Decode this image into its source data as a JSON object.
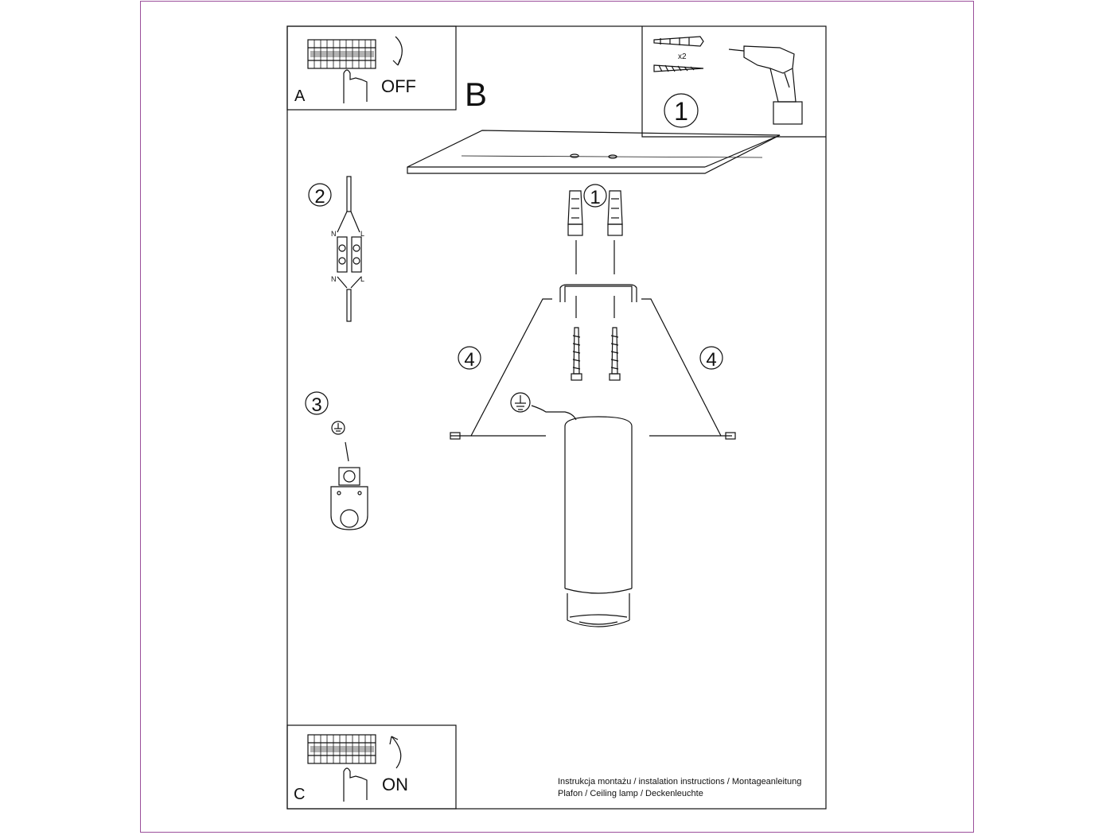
{
  "panel_a": {
    "letter": "A",
    "state": "OFF"
  },
  "panel_b": {
    "letter": "B"
  },
  "panel_c": {
    "letter": "C",
    "state": "ON"
  },
  "tools": {
    "step": "1",
    "quantity": "x2"
  },
  "steps": {
    "anchors": "1",
    "wiring": "2",
    "grounding": "3",
    "side_screw_left": "4",
    "side_screw_right": "4"
  },
  "terminal": {
    "n_top": "N",
    "l_top": "L",
    "n_bottom": "N",
    "l_bottom": "L"
  },
  "footer": {
    "line1": "Instrukcja montażu / instalation instructions / Montageanleitung",
    "line2": "Plafon / Ceiling lamp / Deckenleuchte"
  }
}
